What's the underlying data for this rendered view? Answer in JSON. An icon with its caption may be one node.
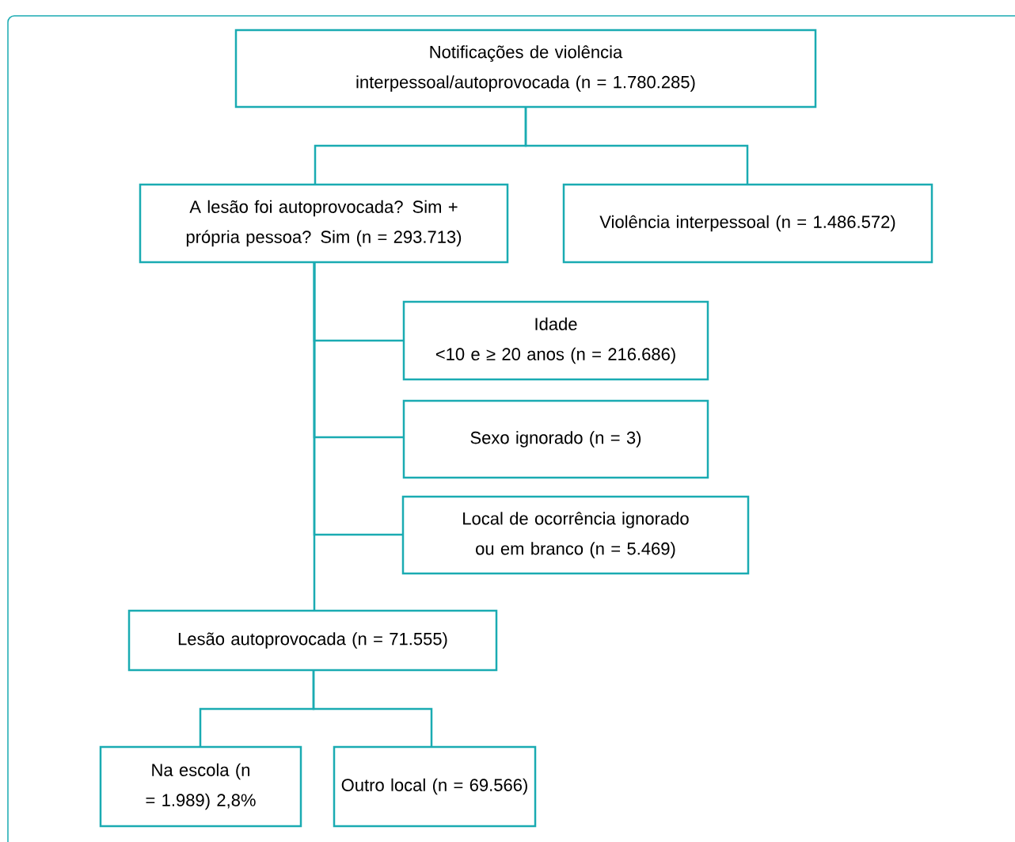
{
  "diagram": {
    "nodes": [
      {
        "text": [
          "Notificações de violência interpessoal/autoprovocada (n = 1.780.285)"
        ]
      },
      {
        "text": [
          "A lesão foi autoprovocada? Sim + própria pessoa? Sim (n = 293.713)"
        ]
      },
      {
        "text": [
          "Violência interpessoal (n = 1.486.572)"
        ]
      },
      {
        "text": [
          "Idade",
          "<10 e ≥ 20 anos (n = 216.686)"
        ]
      },
      {
        "text": [
          "Sexo ignorado (n = 3)"
        ]
      },
      {
        "text": [
          "Local de ocorrência ignorado ou em branco (n = 5.469)"
        ]
      },
      {
        "text": [
          "Lesão autoprovocada (n = 71.555)"
        ]
      },
      {
        "text": [
          "Na escola (n = 1.989) 2,8%"
        ]
      },
      {
        "text": [
          "Outro local (n = 69.566)"
        ]
      }
    ],
    "edges": [
      {
        "from": 0,
        "to": 1,
        "arrow": "none"
      },
      {
        "from": 0,
        "to": 2,
        "arrow": "none"
      },
      {
        "from": 1,
        "to": 3,
        "arrow": "none"
      },
      {
        "from": 1,
        "to": 4,
        "arrow": "none"
      },
      {
        "from": 1,
        "to": 5,
        "arrow": "none"
      },
      {
        "from": 1,
        "to": 6,
        "arrow": "none"
      },
      {
        "from": 6,
        "to": 7,
        "arrow": "none"
      },
      {
        "from": 6,
        "to": 8,
        "arrow": "none"
      }
    ]
  }
}
